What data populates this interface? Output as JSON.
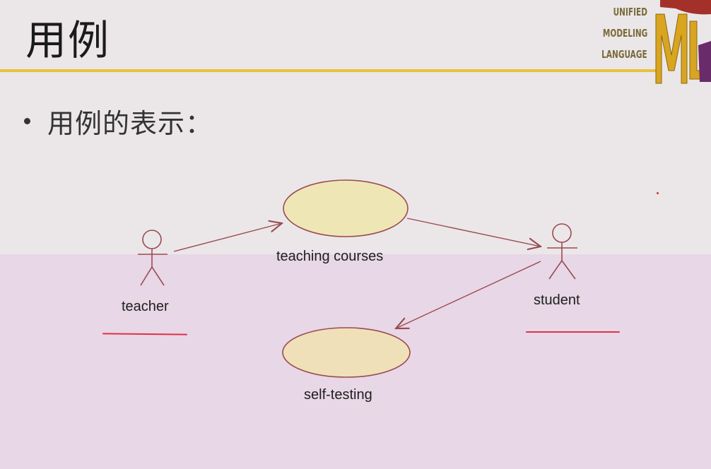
{
  "slide": {
    "title": "用例",
    "bullet": "用例的表示："
  },
  "logo": {
    "line1": "UNIFIED",
    "line2": "MODELING",
    "line3": "LANGUAGE",
    "letters": "ML"
  },
  "diagram": {
    "actors": [
      {
        "name": "teacher"
      },
      {
        "name": "student"
      }
    ],
    "use_cases": [
      {
        "name": "teaching courses"
      },
      {
        "name": "self-testing"
      }
    ]
  },
  "colors": {
    "title_rule": "#e6c23a",
    "use_case_fill": "#efe6b6",
    "use_case_stroke": "#9a4a52",
    "annotation_red": "#e0304a"
  }
}
